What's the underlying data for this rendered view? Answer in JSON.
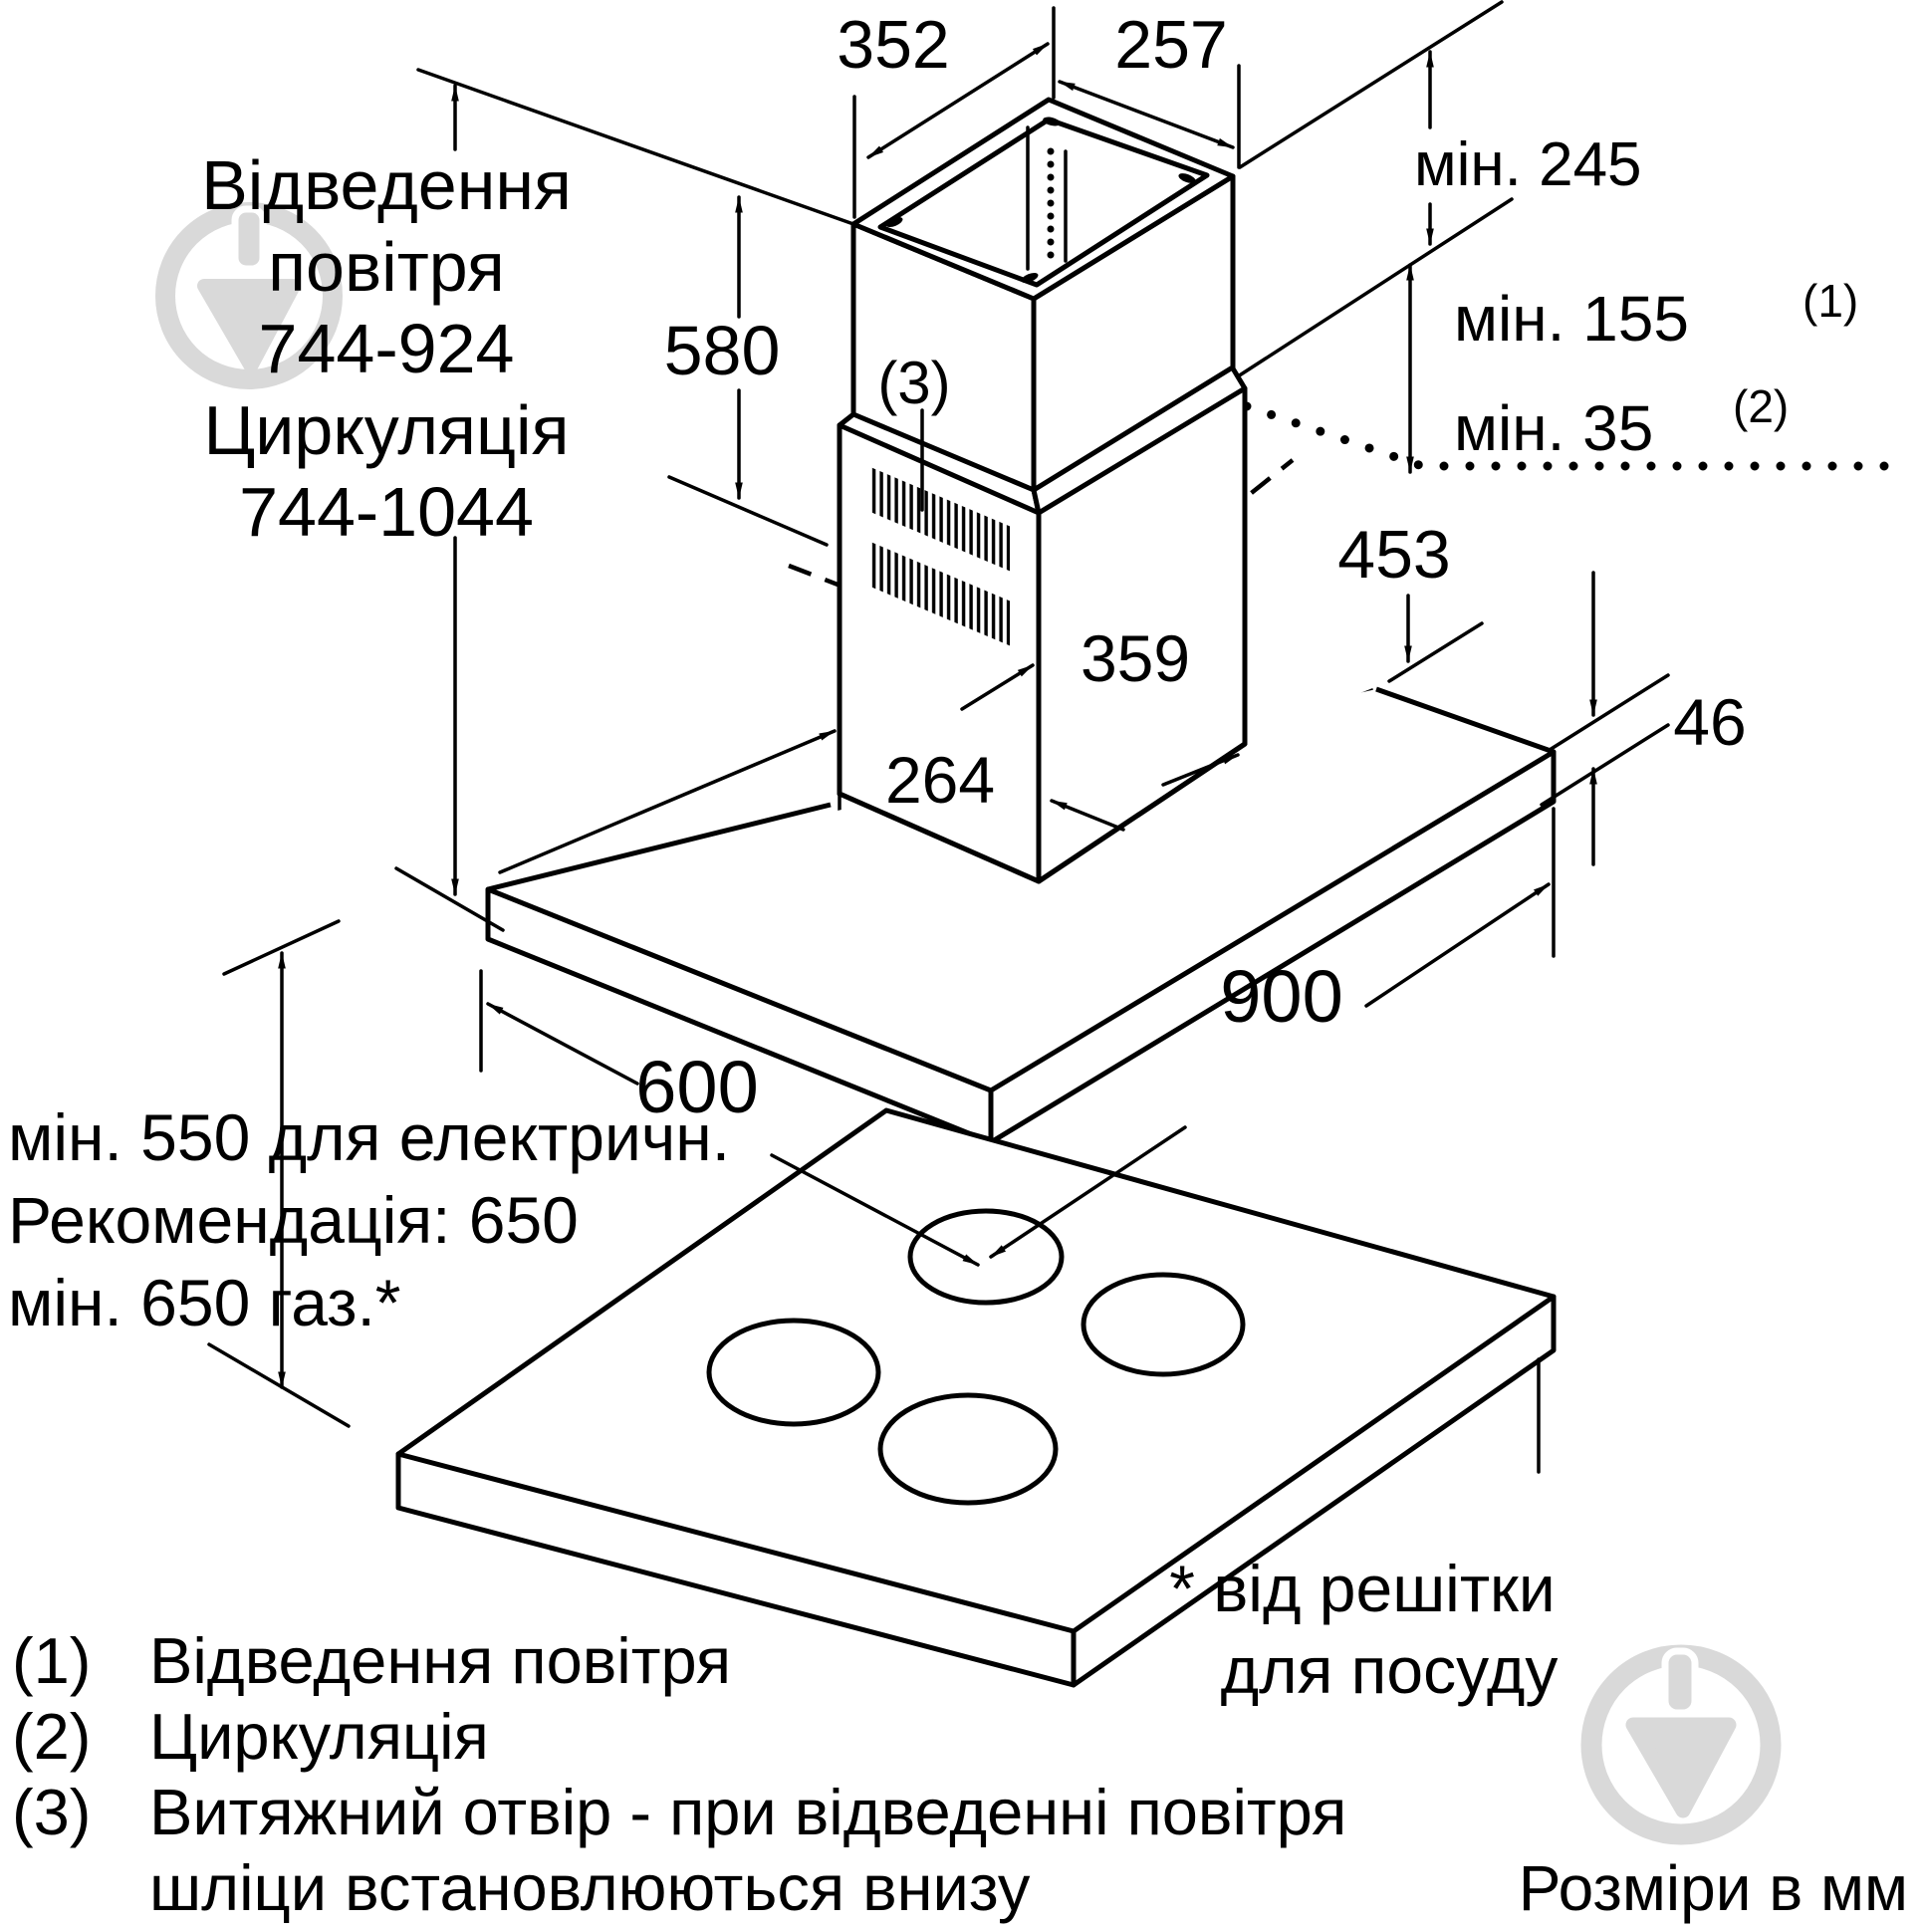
{
  "drawing": {
    "dims": {
      "top_depth": "352",
      "top_width": "257",
      "chimney_height": "580",
      "ceiling_clearance": "мін. 245",
      "duct_clearance": "мін. 155",
      "duct_clearance_ref": "(1)",
      "recirc_clearance": "мін. 35",
      "recirc_clearance_ref": "(2)",
      "lower_section_height": "453",
      "hood_body_thickness": "46",
      "base_width": "359",
      "base_depth": "264",
      "hood_depth": "600",
      "hood_width": "900"
    },
    "mode_block": {
      "line1": "Відведення",
      "line2": "повітря",
      "line3": "744-924",
      "line4": "Циркуляція",
      "line5": "744-1044"
    },
    "clearance_block": {
      "line1": "мін. 550 для електричн.",
      "line2": "Рекомендація: 650",
      "line3": "мін. 650 газ.*"
    },
    "vent_callout": "(3)",
    "footnote": {
      "line1": "* від решітки",
      "line2": "для посуду"
    },
    "legend": [
      {
        "num": "(1)",
        "label": "Відведення повітря"
      },
      {
        "num": "(2)",
        "label": "Циркуляція"
      },
      {
        "num": "(3)",
        "label": "Витяжний отвір - при відведенні повітря"
      },
      {
        "num": "",
        "label": "шліци встановлюються внизу"
      }
    ],
    "units_note": "Розміри в мм",
    "colors": {
      "line": "#000000",
      "background": "#ffffff",
      "watermark": "#d9d9d9"
    }
  }
}
